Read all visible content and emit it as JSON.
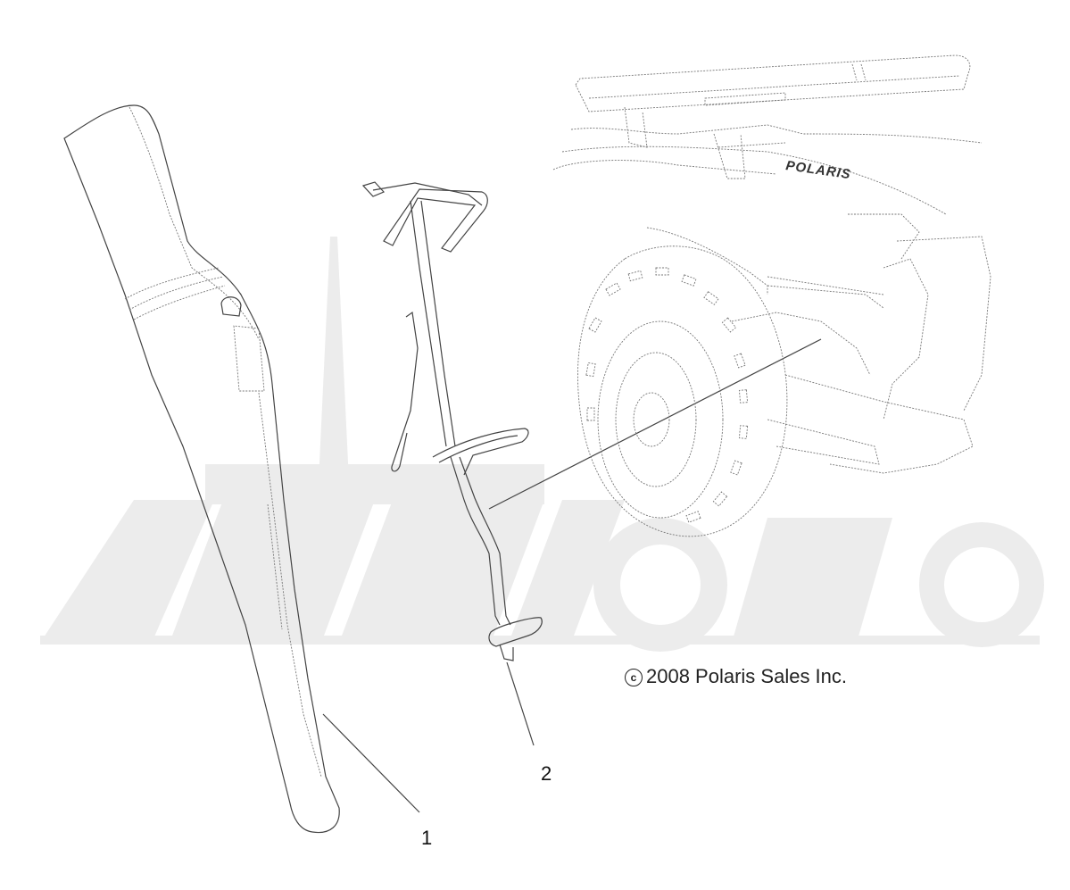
{
  "diagram": {
    "callouts": [
      {
        "id": "1",
        "label": "1"
      },
      {
        "id": "2",
        "label": "2"
      }
    ],
    "copyright": {
      "symbol": "c",
      "text": "2008 Polaris Sales Inc."
    },
    "brand_decal": "POLARIS",
    "watermark": "АвтоМото"
  }
}
